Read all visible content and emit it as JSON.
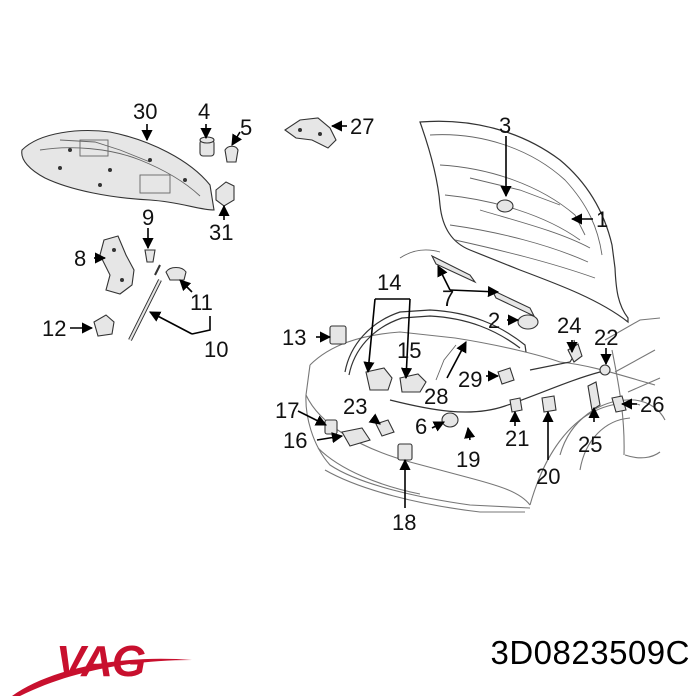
{
  "diagram": {
    "labels": {
      "l1": "1",
      "l2": "2",
      "l3": "3",
      "l4": "4",
      "l5": "5",
      "l6": "6",
      "l7": "7",
      "l8": "8",
      "l9": "9",
      "l10": "10",
      "l11": "11",
      "l12": "12",
      "l13": "13",
      "l14": "14",
      "l15": "15",
      "l16": "16",
      "l17": "17",
      "l18": "18",
      "l19": "19",
      "l20": "20",
      "l21": "21",
      "l22": "22",
      "l23": "23",
      "l24": "24",
      "l25": "25",
      "l26": "26",
      "l27": "27",
      "l28": "28",
      "l29": "29",
      "l30": "30",
      "l31": "31"
    }
  },
  "brand": {
    "name": "VAG",
    "color": "#c8102e"
  },
  "part_number": "3D0823509C"
}
